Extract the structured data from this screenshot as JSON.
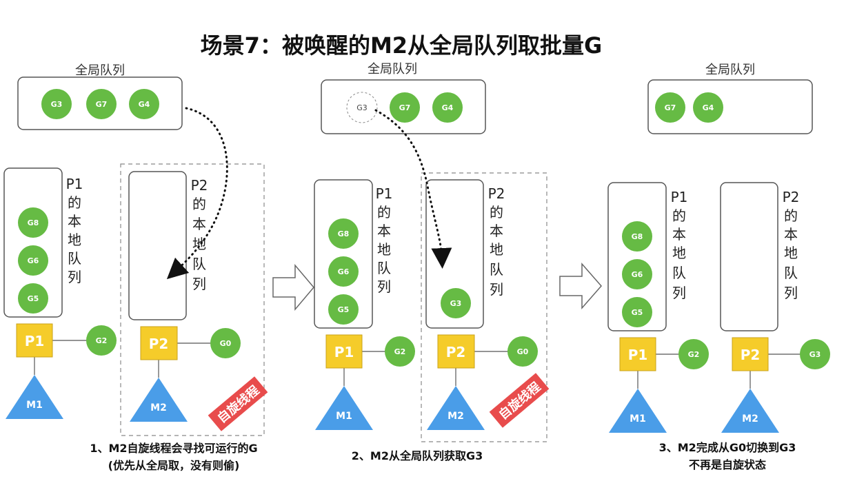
{
  "title": "场景7：被唤醒的M2从全局队列取批量G",
  "colors": {
    "goroutine": "#66bb44",
    "processor": "#f5cc2a",
    "machine": "#4a9de8",
    "stamp": "#e84c4c",
    "box_stroke": "#555555"
  },
  "global_queue_label": "全局队列",
  "panel1": {
    "global_queue": [
      "G3",
      "G7",
      "G4"
    ],
    "p1": {
      "name": "P1",
      "queue_label": [
        "P1",
        "的",
        "本",
        "地",
        "队",
        "列"
      ],
      "local": [
        "G8",
        "G6",
        "G5"
      ],
      "running": "G2",
      "m": "M1"
    },
    "p2": {
      "name": "P2",
      "queue_label": [
        "P2",
        "的",
        "本",
        "地",
        "队",
        "列"
      ],
      "local": [],
      "running": "G0",
      "m": "M2"
    },
    "stamp": "自旋线程",
    "caption": [
      "1、M2自旋线程会寻找可运行的G",
      "(优先从全局取，没有则偷)"
    ]
  },
  "panel2": {
    "global_queue": [
      "G3",
      "G7",
      "G4"
    ],
    "p1": {
      "name": "P1",
      "queue_label": [
        "P1",
        "的",
        "本",
        "地",
        "队",
        "列"
      ],
      "local": [
        "G8",
        "G6",
        "G5"
      ],
      "running": "G2",
      "m": "M1"
    },
    "p2": {
      "name": "P2",
      "queue_label": [
        "P2",
        "的",
        "本",
        "地",
        "队",
        "列"
      ],
      "local": [
        "G3"
      ],
      "running": "G0",
      "m": "M2"
    },
    "stamp": "自旋线程",
    "caption": [
      "2、M2从全局队列获取G3"
    ]
  },
  "panel3": {
    "global_queue": [
      "G7",
      "G4"
    ],
    "p1": {
      "name": "P1",
      "queue_label": [
        "P1",
        "的",
        "本",
        "地",
        "队",
        "列"
      ],
      "local": [
        "G8",
        "G6",
        "G5"
      ],
      "running": "G2",
      "m": "M1"
    },
    "p2": {
      "name": "P2",
      "queue_label": [
        "P2",
        "的",
        "本",
        "地",
        "队",
        "列"
      ],
      "local": [],
      "running": "G3",
      "m": "M2"
    },
    "caption": [
      "3、M2完成从G0切换到G3",
      "不再是自旋状态"
    ]
  }
}
